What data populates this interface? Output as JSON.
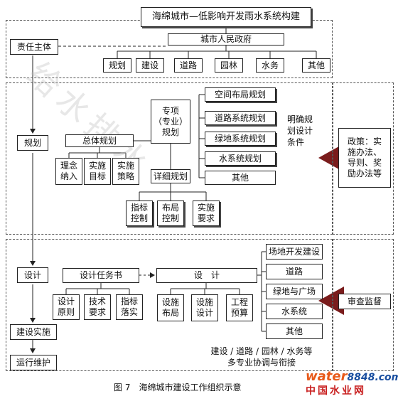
{
  "title": "海绵城市—低影响开发雨水系统构建",
  "government": "城市人民政府",
  "departments": [
    "规划",
    "建设",
    "道路",
    "园林",
    "水务",
    "其他"
  ],
  "left_chain": {
    "responsible": "责任主体",
    "planning": "规划",
    "design": "设计",
    "construction": "建设实施",
    "operation": "运行维护"
  },
  "planning": {
    "special": "专项\n（专业）\n规划",
    "special_items": [
      "空间布局规划",
      "道路系统规划",
      "绿地系统规划",
      "水系统规划",
      "其他"
    ],
    "overall": "总体规划",
    "overall_items": [
      "理念\n纳入",
      "实施\n目标",
      "实施\n策略"
    ],
    "detailed": "详细规划",
    "detailed_items": [
      "指标\n控制",
      "布局\n控制",
      "实施\n要求"
    ],
    "conditions_note": "明确规\n划设计\n条件",
    "policy": "政策：实\n施办法、\n导则、奖\n励办法等"
  },
  "design": {
    "task_book": "设计任务书",
    "task_items": [
      "设计\n原则",
      "技术\n要求",
      "指标\n落实"
    ],
    "design_box": "设　计",
    "design_items": [
      "设施\n布局",
      "设施\n设计",
      "工程\n预算"
    ],
    "fields": [
      "场地开发建设",
      "道路",
      "绿地与广场",
      "水系统",
      "其他"
    ],
    "review": "审查监督",
    "coordination": "建设 / 道路 / 园林 / 水务等\n多专业协调与衔接"
  },
  "caption": "图 7　海绵城市建设工作组织示意",
  "watermark": "给水排水",
  "logo": {
    "brand": "water",
    "number": "8848",
    "suffix": ".com",
    "cn": "中国水业网"
  }
}
